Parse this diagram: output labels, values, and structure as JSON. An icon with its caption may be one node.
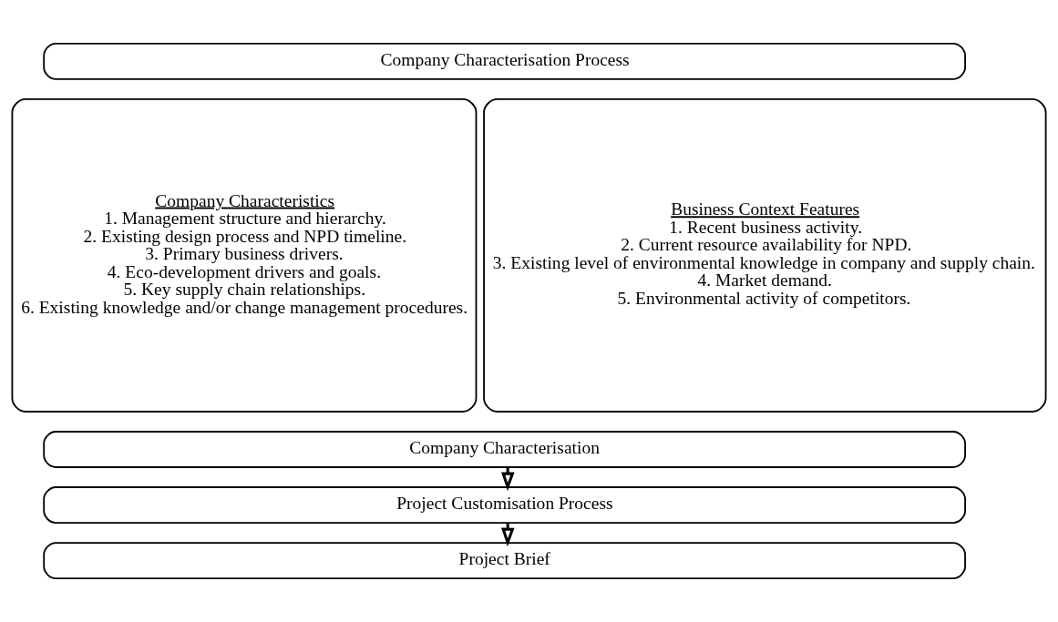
{
  "diagram": {
    "nodes": [
      {
        "text": [
          "Company Characterisation Process"
        ]
      },
      {
        "text": [
          "Company Characteristics",
          "1. Management structure and hierarchy.",
          "2. Existing design process and NPD timeline.",
          "3. Primary business drivers.",
          "4. Eco-development drivers and goals.",
          "5. Key supply chain relationships.",
          "6. Existing knowledge and/or change management procedures."
        ]
      },
      {
        "text": [
          "Business Context Features",
          "1. Recent business activity.",
          "2. Current resource availability for NPD.",
          "3. Existing level of environmental knowledge in company and supply chain.",
          "4. Market demand.",
          "5. Environmental activity of competitors."
        ]
      },
      {
        "text": [
          "Company Characterisation"
        ]
      },
      {
        "text": [
          "Project Customisation Process"
        ]
      },
      {
        "text": [
          "Project Brief"
        ]
      }
    ],
    "edges": [
      {
        "from": 3,
        "to": 4,
        "arrow": "to"
      },
      {
        "from": 4,
        "to": 5,
        "arrow": "to"
      }
    ]
  }
}
